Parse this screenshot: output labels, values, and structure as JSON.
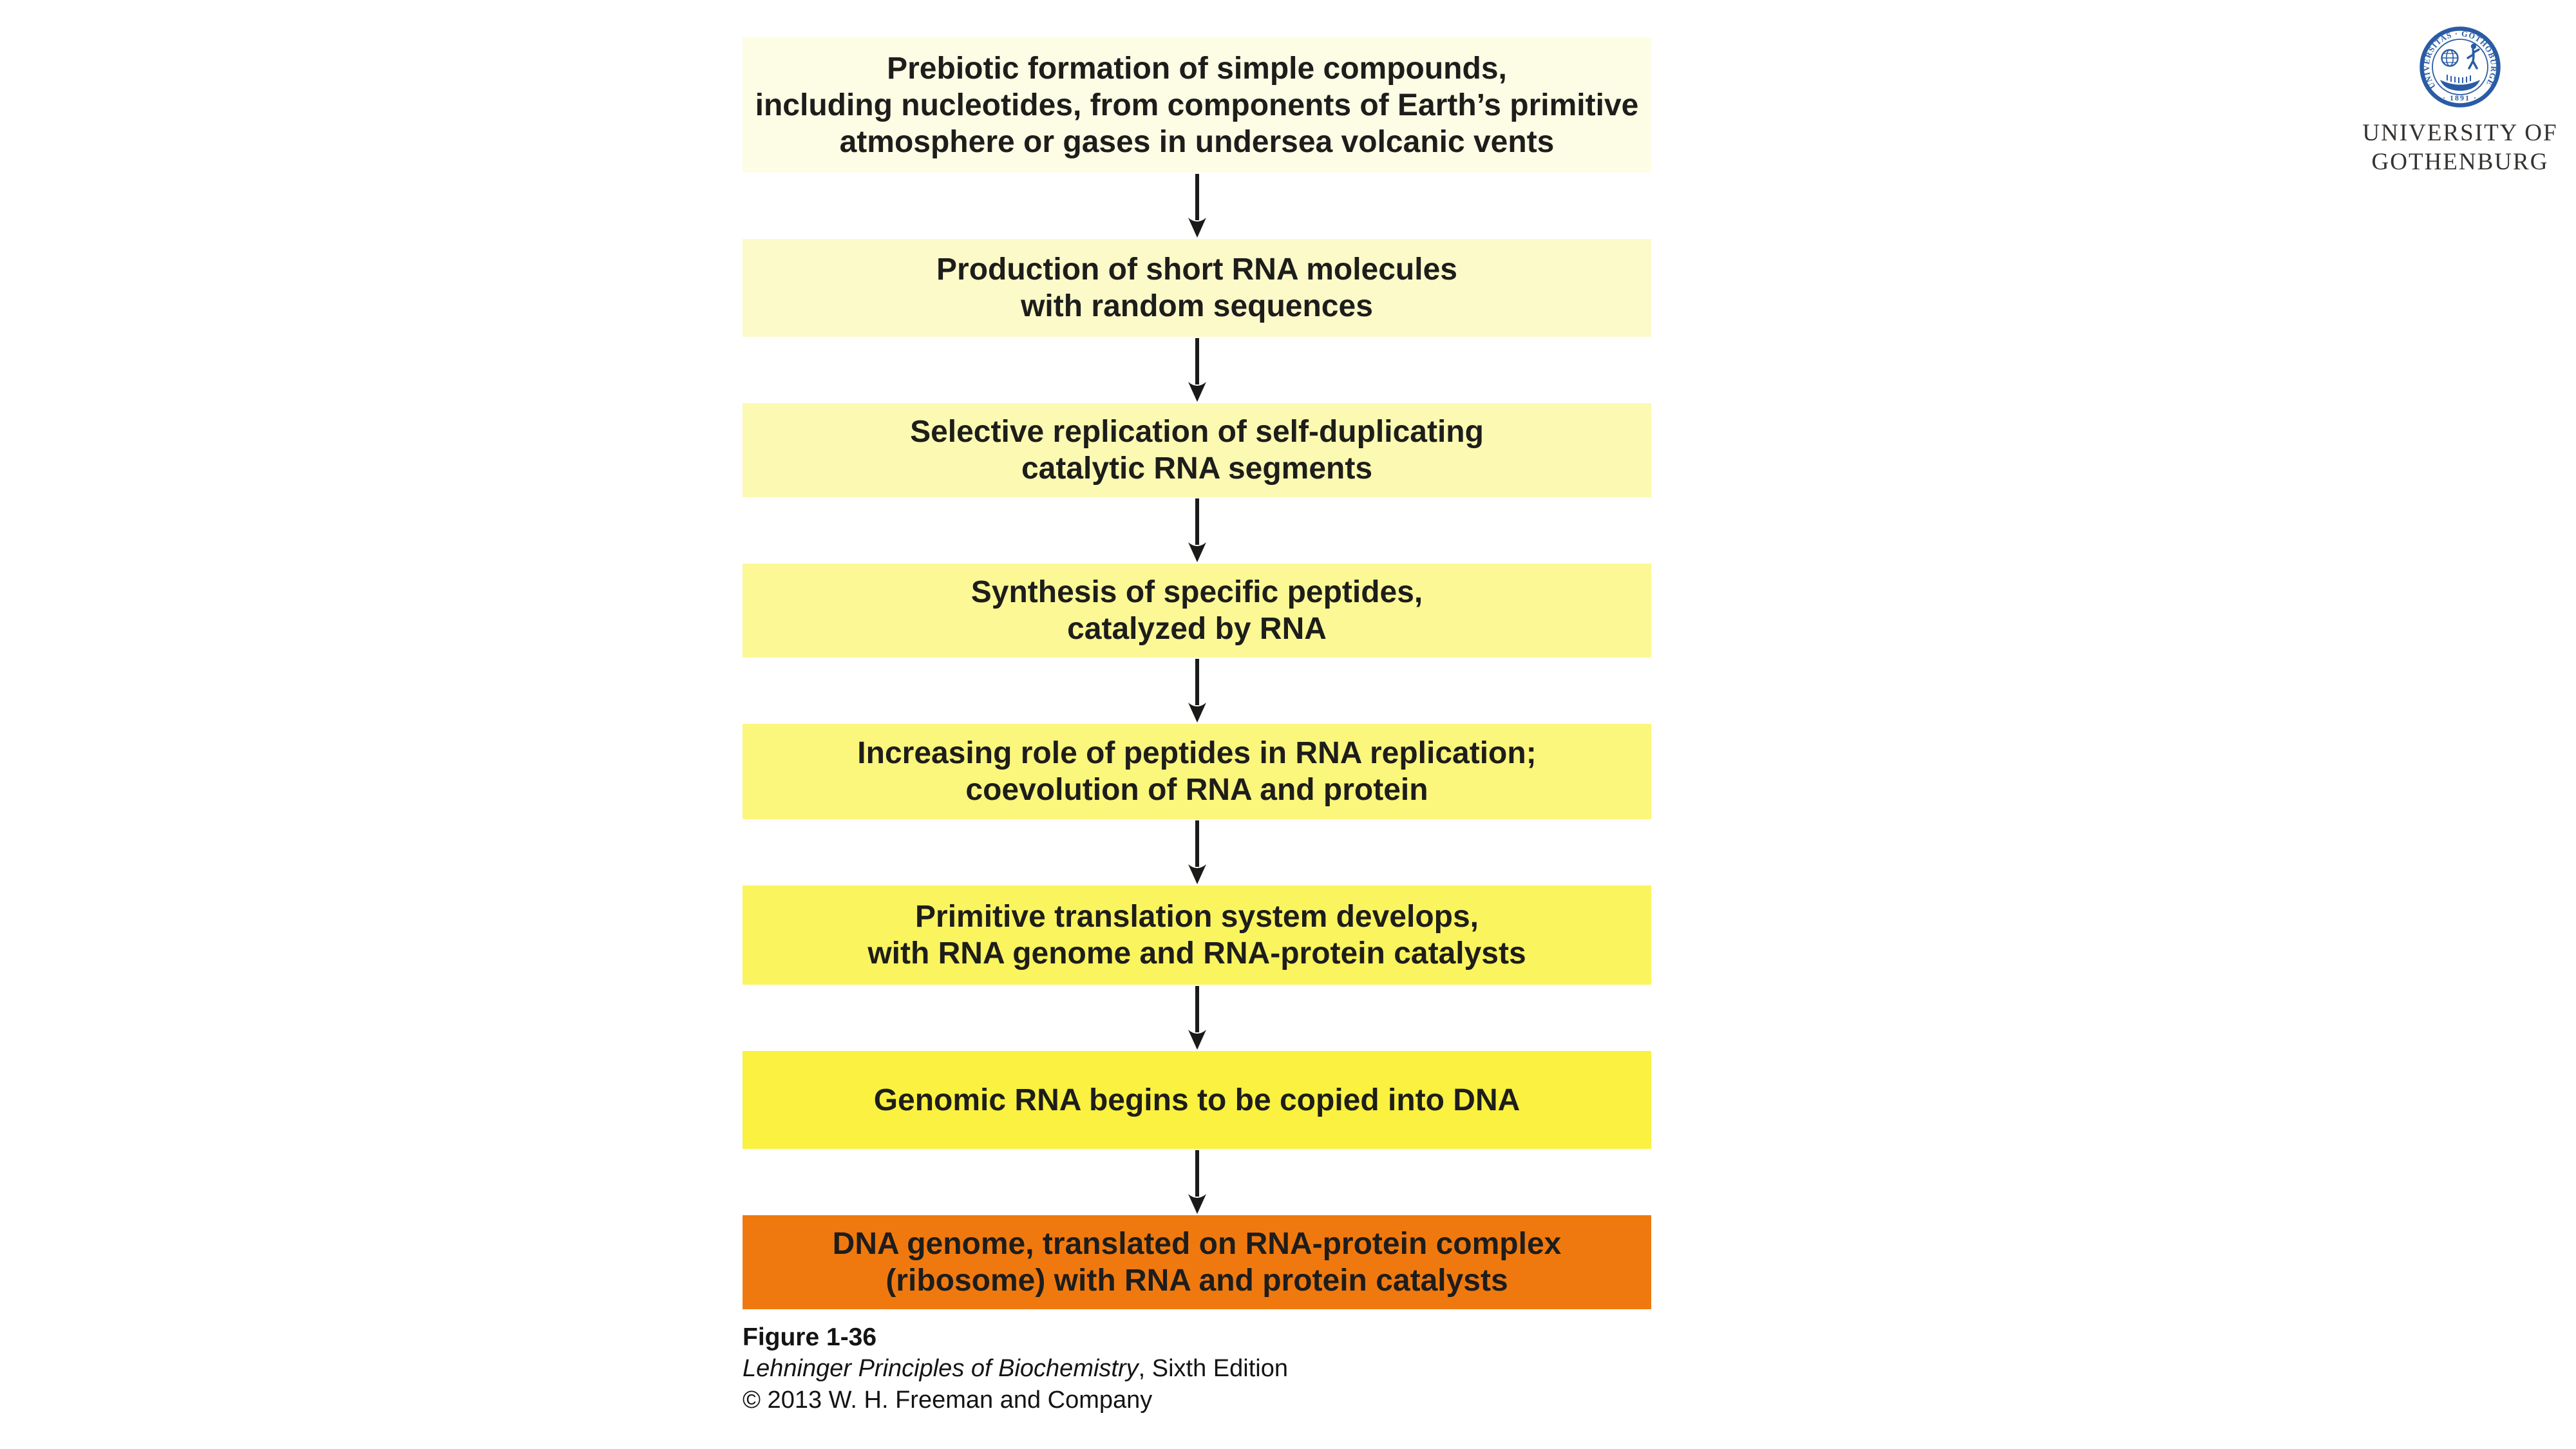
{
  "flow": {
    "steps": [
      {
        "text": "Prebiotic formation of simple compounds,\nincluding nucleotides, from components of Earth’s primitive\natmosphere or gases in undersea volcanic vents",
        "bg": "#FDFCE5"
      },
      {
        "text": "Production of short RNA molecules\nwith random sequences",
        "bg": "#FDFACA"
      },
      {
        "text": "Selective replication of self-duplicating\ncatalytic RNA segments",
        "bg": "#FCF9B2"
      },
      {
        "text": "Synthesis of specific peptides,\ncatalyzed by RNA",
        "bg": "#FCF896"
      },
      {
        "text": "Increasing role of peptides in RNA replication;\ncoevolution of RNA and protein",
        "bg": "#FBF67C"
      },
      {
        "text": "Primitive translation system develops,\nwith RNA genome and RNA-protein catalysts",
        "bg": "#FAF45E"
      },
      {
        "text": "Genomic RNA begins to be copied into DNA",
        "bg": "#FAF140"
      },
      {
        "text": "DNA genome, translated on RNA-protein complex\n(ribosome) with RNA and protein catalysts",
        "bg": "#F0790F"
      }
    ],
    "arrow_color": "#1a1a18",
    "text_color": "#1d1d1b"
  },
  "caption": {
    "figure": "Figure 1-36",
    "book_title": "Lehninger Principles of Biochemistry",
    "edition": ", Sixth Edition",
    "copyright": "© 2013 W. H. Freeman and Company"
  },
  "logo": {
    "line1": "UNIVERSITY OF",
    "line2": "GOTHENBURG",
    "seal_text": "UNIVERSITAS · GOTHOBURGENSIS",
    "seal_year": "· 1891 ·",
    "seal_color": "#2A5CA5"
  }
}
